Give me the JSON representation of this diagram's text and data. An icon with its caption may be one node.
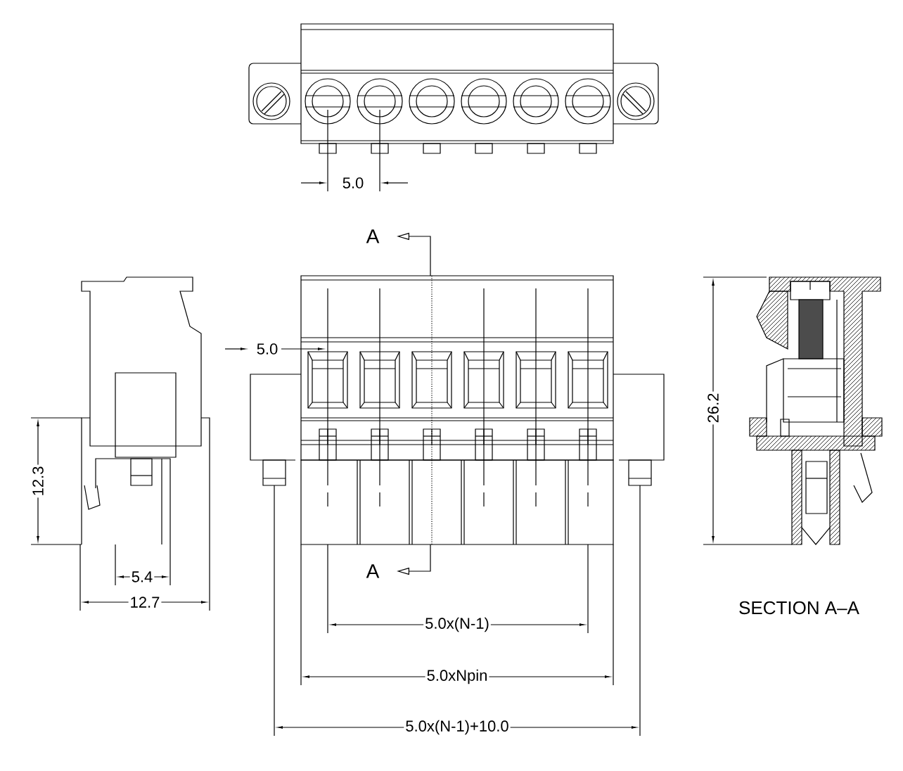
{
  "diagram": {
    "labels": [
      "5.0",
      "A",
      "5.0",
      "26.2",
      "12.3",
      "A",
      "5.4",
      "12.7",
      "SECTION A–A",
      "5.0x(N-1)",
      "5.0xNpin",
      "5.0x(N-1)+10.0"
    ]
  }
}
